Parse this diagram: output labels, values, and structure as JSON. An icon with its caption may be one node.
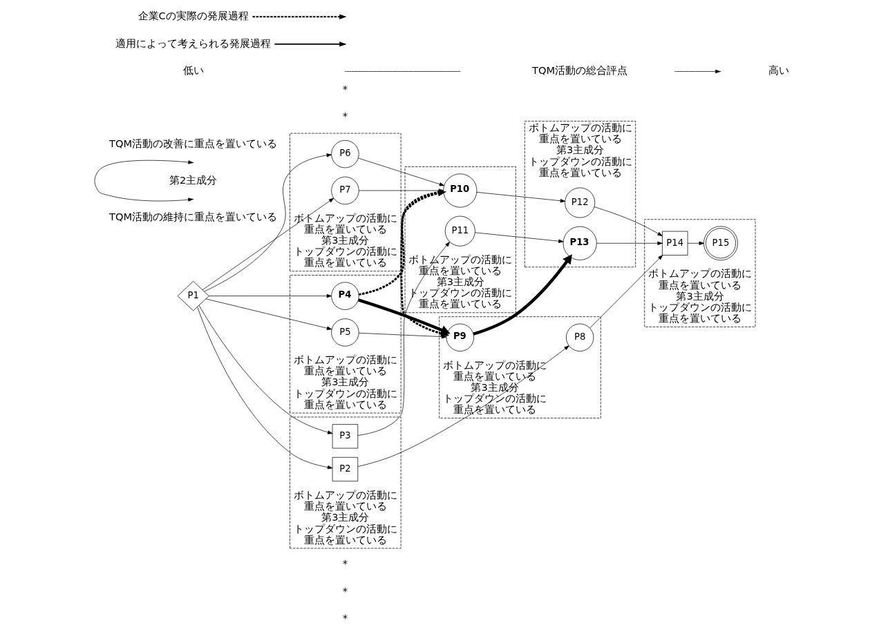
{
  "diagram": {
    "nodes": [
      {
        "text": [
          "P1"
        ]
      },
      {
        "text": [
          "ボトムアップの活動に重点を置いている",
          "第3主成分",
          "トップダウンの活動に重点を置いている"
        ]
      },
      {
        "text": [
          "P2"
        ],
        "in": 1
      },
      {
        "text": [
          "P3"
        ],
        "in": 1
      },
      {
        "text": [
          "ボトムアップの活動に重点を置いている",
          "第3主成分",
          "トップダウンの活動に重点を置いている"
        ]
      },
      {
        "text": [
          "P4"
        ],
        "in": 4
      },
      {
        "text": [
          "P5"
        ],
        "in": 4
      },
      {
        "text": [
          "ボトムアップの活動に重点を置いている",
          "第3主成分",
          "トップダウンの活動に重点を置いている"
        ]
      },
      {
        "text": [
          "P6"
        ],
        "in": 7
      },
      {
        "text": [
          "P7"
        ],
        "in": 7
      },
      {
        "text": [
          "ボトムアップの活動に重点を置いている",
          "第3主成分",
          "トップダウンの活動に重点を置いている"
        ]
      },
      {
        "text": [
          "P8"
        ],
        "in": 10
      },
      {
        "text": [
          "P9"
        ],
        "in": 10
      },
      {
        "text": [
          "ボトムアップの活動に重点を置いている",
          "第3主成分",
          "トップダウンの活動に重点を置いている"
        ]
      },
      {
        "text": [
          "P10"
        ],
        "in": 13
      },
      {
        "text": [
          "P11"
        ],
        "in": 13
      },
      {
        "text": [
          "ボトムアップの活動に重点を置いている",
          "第3主成分",
          "トップダウンの活動に重点を置いている"
        ]
      },
      {
        "text": [
          "P12"
        ],
        "in": 16
      },
      {
        "text": [
          "P13"
        ],
        "in": 16
      },
      {
        "text": [
          "ボトムアップの活動に重点を置いている",
          "第3主成分",
          "トップダウンの活動に重点を置いている"
        ]
      },
      {
        "text": [
          "P14"
        ],
        "in": 19
      },
      {
        "text": [
          "P15"
        ],
        "in": 19
      }
    ],
    "edges": [
      {
        "from": 0,
        "to": 5,
        "arrow": "to"
      },
      {
        "from": 0,
        "to": 2,
        "arrow": "to"
      },
      {
        "from": 0,
        "to": 6,
        "arrow": "to"
      },
      {
        "from": 0,
        "to": 8,
        "arrow": "to"
      },
      {
        "from": 0,
        "to": 9,
        "arrow": "to"
      },
      {
        "from": 0,
        "to": 3,
        "arrow": "to"
      },
      {
        "from": 2,
        "to": 11,
        "arrow": "to"
      },
      {
        "from": 5,
        "to": 12,
        "arrow": "to",
        "style": "thick"
      },
      {
        "from": 5,
        "to": 14,
        "arrow": "to",
        "style": "dashed"
      },
      {
        "from": 6,
        "to": 12,
        "arrow": "to"
      },
      {
        "from": 8,
        "to": 14,
        "arrow": "to"
      },
      {
        "from": 9,
        "to": 14,
        "arrow": "to"
      },
      {
        "from": 3,
        "to": 15,
        "arrow": "to"
      },
      {
        "from": 14,
        "to": 12,
        "arrow": "to",
        "style": "dashed"
      },
      {
        "from": 12,
        "to": 18,
        "arrow": "to",
        "style": "thick"
      },
      {
        "from": 14,
        "to": 17,
        "arrow": "to"
      },
      {
        "from": 15,
        "to": 18,
        "arrow": "to"
      },
      {
        "from": 11,
        "to": 20,
        "arrow": "to"
      },
      {
        "from": 17,
        "to": 20,
        "arrow": "to"
      },
      {
        "from": 18,
        "to": 20,
        "arrow": "to"
      },
      {
        "from": 20,
        "to": 21,
        "arrow": "to"
      }
    ],
    "labels": [
      "TQM活動の改善に重点を置いている",
      "第2主成分",
      "TQM活動の維持に重点を置いている",
      "低い",
      "TQM活動の総合評点",
      "高い",
      "*",
      "*",
      "*",
      "*",
      "*"
    ],
    "legend": [
      {
        "text": "企業Cの実際の発展過程"
      },
      {
        "text": "適用によって考えられる発展過程"
      }
    ]
  }
}
